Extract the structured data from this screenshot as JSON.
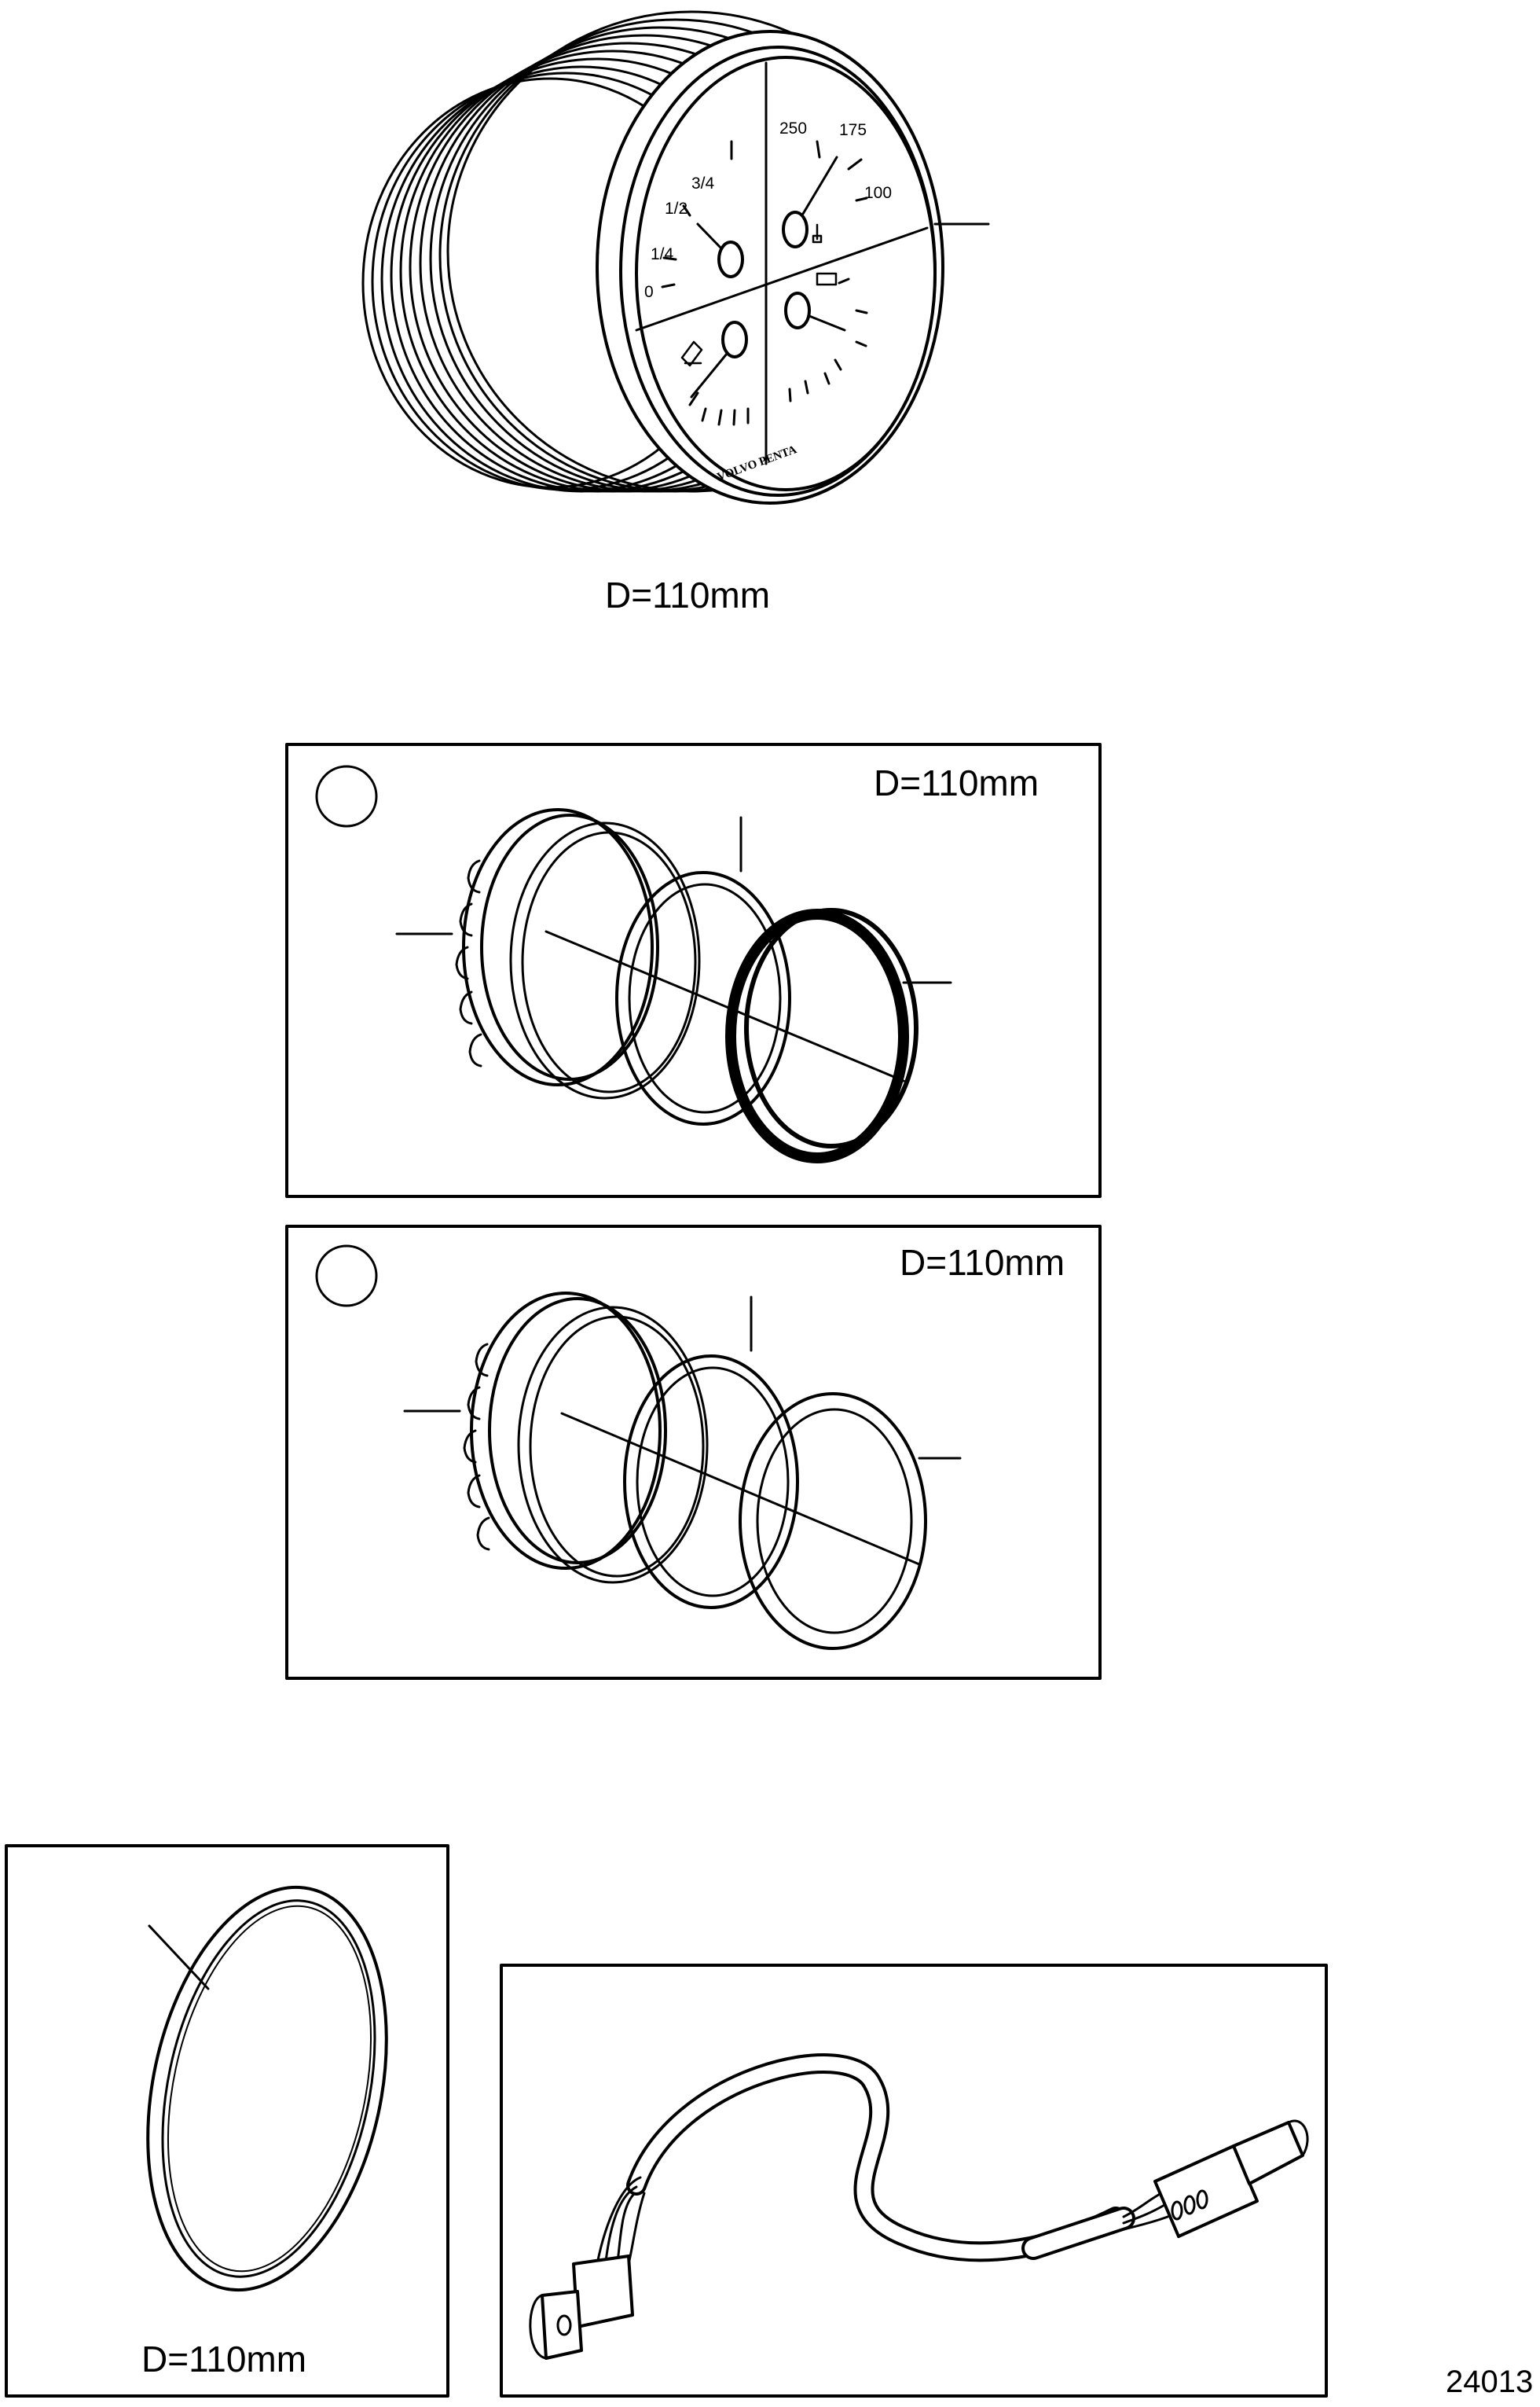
{
  "figure_number": "24013",
  "gauge": {
    "diameter_label": "D=110mm",
    "brand": "VOLVO PENTA",
    "fuel_scale": [
      "0",
      "1/4",
      "1/2",
      "3/4"
    ],
    "temp_scale": [
      "250",
      "175",
      "100"
    ]
  },
  "bezel_kit_a": {
    "diameter_label": "D=110mm"
  },
  "bezel_kit_b": {
    "diameter_label": "D=110mm"
  },
  "seal_ring": {
    "diameter_label": "D=110mm"
  },
  "harness": {},
  "colors": {
    "line": "#000000",
    "background": "#ffffff"
  }
}
